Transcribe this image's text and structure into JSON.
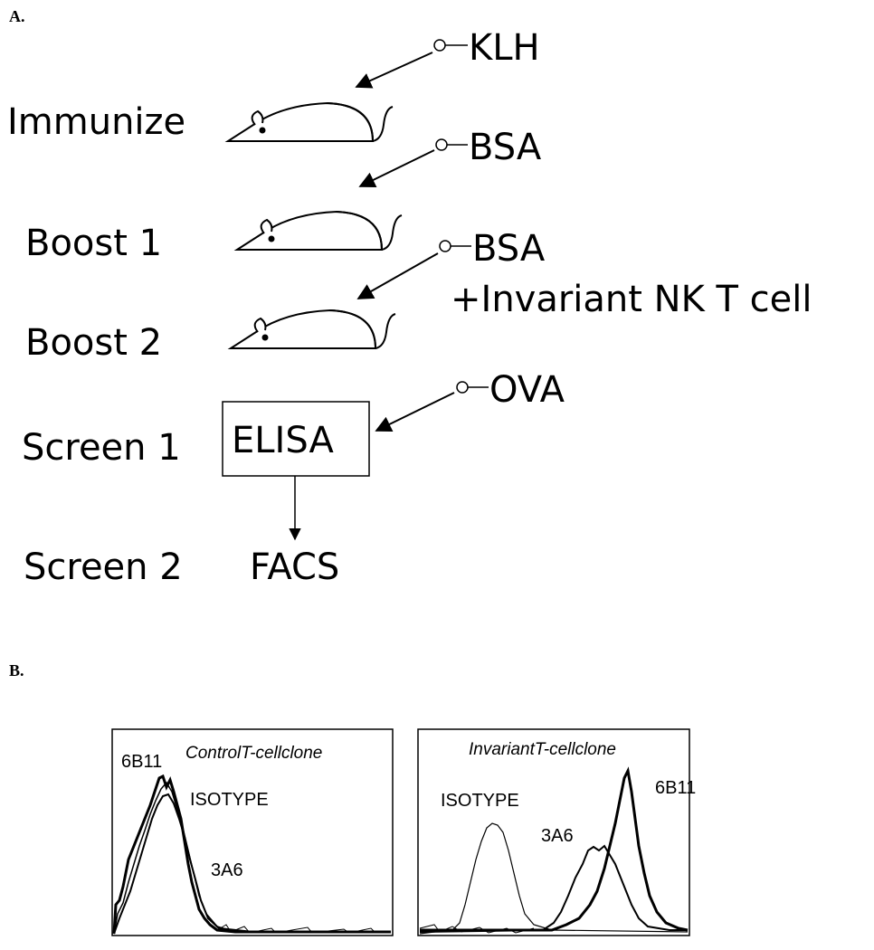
{
  "panel_a": {
    "label": "A.",
    "steps": {
      "immunize": "Immunize",
      "boost1": "Boost  1",
      "boost2": "Boost  2",
      "screen1": "Screen  1",
      "screen2": "Screen  2"
    },
    "agents": {
      "klh": "KLH",
      "bsa1": "BSA",
      "bsa2": "BSA",
      "invariant": "+Invariant  NK  T  cell",
      "ova": "OVA"
    },
    "elisa": "ELISA",
    "facs": "FACS"
  },
  "panel_b": {
    "label": "B.",
    "histograms": [
      {
        "title": "ControlT-cellclone",
        "labels": {
          "a": "6B11",
          "b": "ISOTYPE",
          "c": "3A6"
        }
      },
      {
        "title": "InvariantT-cellclone",
        "labels": {
          "a": "ISOTYPE",
          "b": "3A6",
          "c": "6B11"
        }
      }
    ]
  }
}
